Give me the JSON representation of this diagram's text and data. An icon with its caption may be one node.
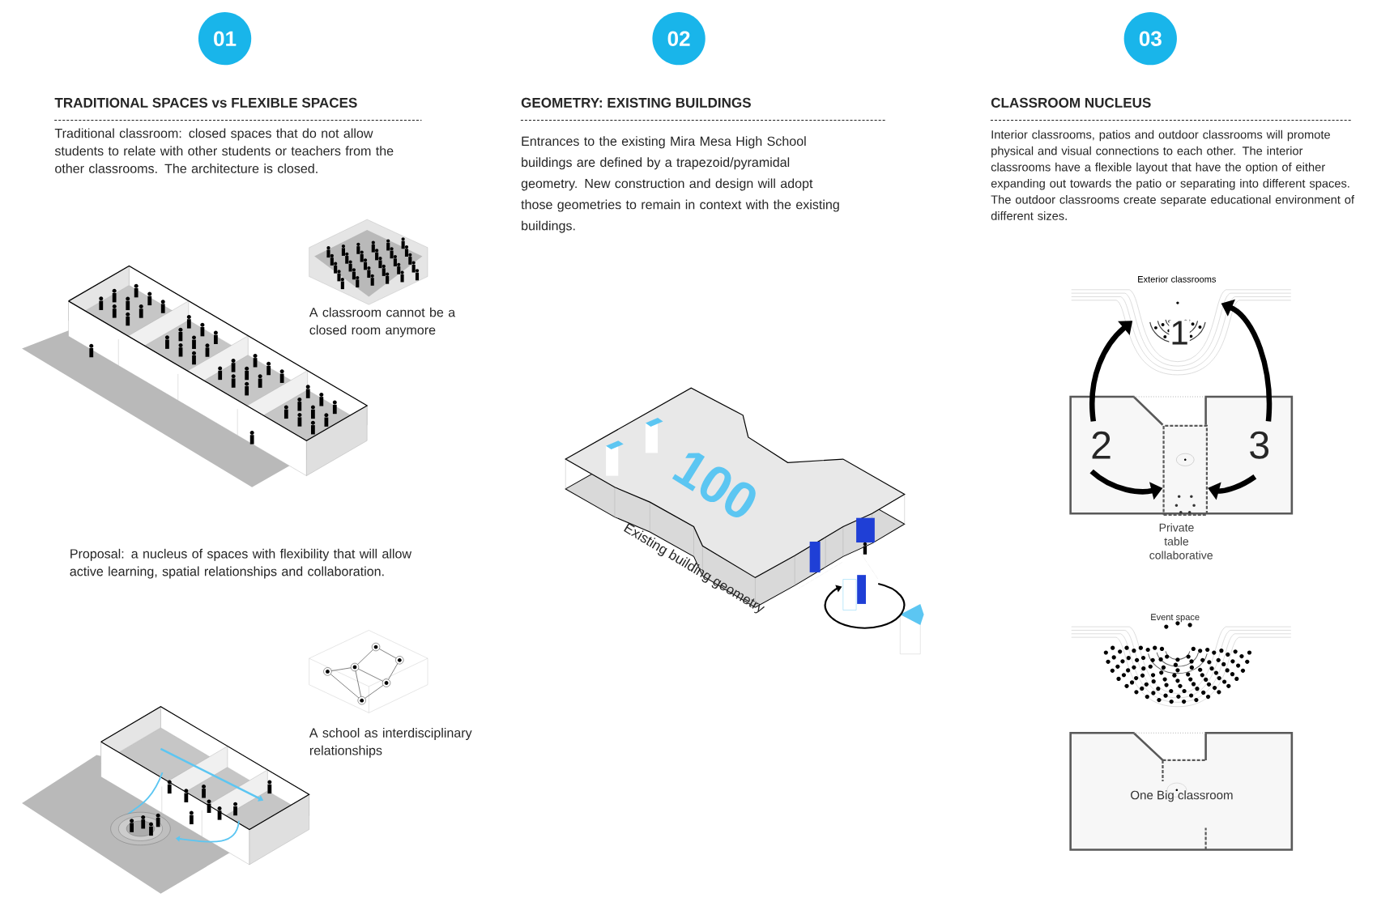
{
  "diagram": {
    "nodes": [
      {
        "text": [
          "01"
        ],
        "beside": [
          "TRADITIONAL SPACES vs FLEXIBLE SPACES"
        ]
      },
      {
        "text": [
          "02"
        ],
        "beside": [
          "GEOMETRY: EXISTING BUILDINGS"
        ]
      },
      {
        "text": [
          "03"
        ],
        "beside": [
          "CLASSROOM NUCLEUS"
        ]
      },
      {
        "text": [
          "Exterior classrooms"
        ]
      },
      {
        "text": [],
        "shape": "box"
      },
      {
        "text": [],
        "shape": "box",
        "in": 4,
        "beside": [
          "Private table collaborative"
        ]
      },
      {
        "text": [
          "One Big classroom"
        ]
      }
    ],
    "edges": [
      {
        "from": 4,
        "to": 3,
        "arrow": "to"
      },
      {
        "from": 4,
        "to": 3,
        "arrow": "to"
      },
      {
        "from": null,
        "to": 5,
        "arrow": "to"
      },
      {
        "from": null,
        "to": 5,
        "arrow": "to"
      }
    ],
    "labels": [
      "Traditional classroom: closed spaces that do not allow students to relate with other students or teachers from the other classrooms. The architecture is closed.",
      "Entrances to the existing Mira Mesa High School buildings are defined by a trapezoid/pyramidal geometry. New construction and design will adopt those geometries to remain in context with the existing buildings.",
      "Interior classrooms, patios and outdoor classrooms will promote physical and visual connections to each other. The interior classrooms have a flexible layout that have the option of either expanding out towards the patio or separating into different spaces. The outdoor classrooms create separate educational environment of different sizes.",
      "A classroom cannot be a closed room anymore",
      "Proposal: a nucleus of spaces with flexibility that will allow active learning, spatial relationships and collaboration.",
      "A school as interdisciplinary relationships",
      "100",
      "Existing building geometry",
      "1",
      "2",
      "3",
      "Event space"
    ]
  }
}
